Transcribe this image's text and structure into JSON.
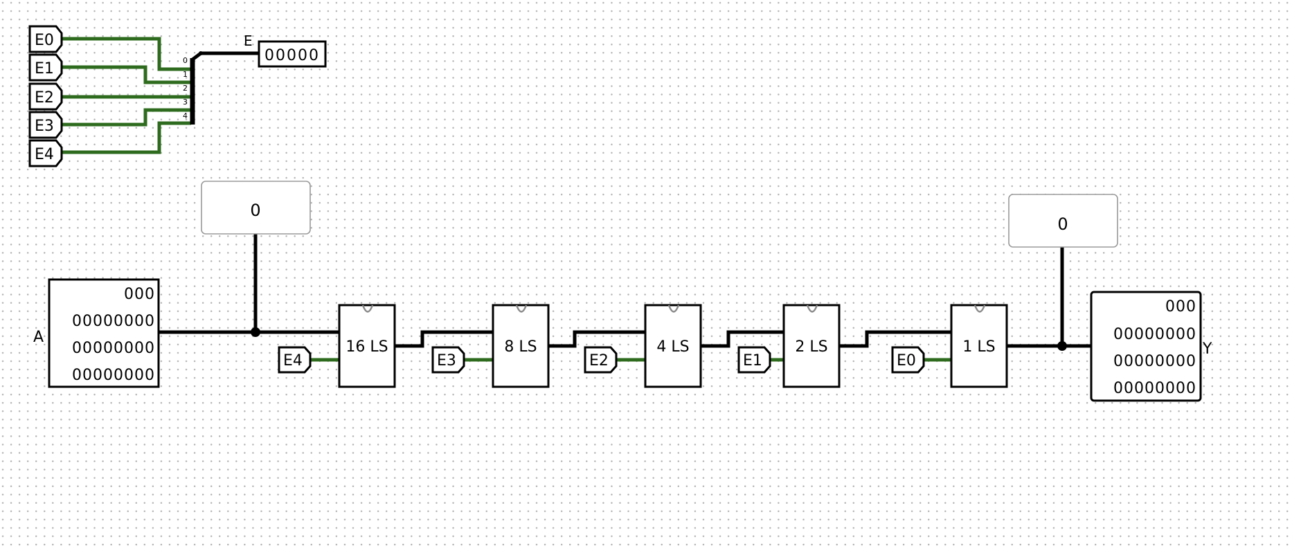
{
  "splitter": {
    "inputs": [
      "E0",
      "E1",
      "E2",
      "E3",
      "E4"
    ],
    "bit_labels": [
      "0",
      "1",
      "2",
      "3",
      "4"
    ],
    "output_label": "E",
    "output_value": "00000"
  },
  "input_register": {
    "label": "A",
    "rows": [
      "000",
      "00000000",
      "00000000",
      "00000000"
    ]
  },
  "output_register": {
    "label": "Y",
    "rows": [
      "000",
      "00000000",
      "00000000",
      "00000000"
    ]
  },
  "probes": [
    {
      "id": "probe-after-input",
      "value": "0"
    },
    {
      "id": "probe-before-output",
      "value": "0"
    }
  ],
  "shifters": [
    {
      "label": "16 LS",
      "enable": "E4"
    },
    {
      "label": "8 LS",
      "enable": "E3"
    },
    {
      "label": "4 LS",
      "enable": "E2"
    },
    {
      "label": "2 LS",
      "enable": "E1"
    },
    {
      "label": "1 LS",
      "enable": "E0"
    }
  ],
  "colors": {
    "wire_active": "#2e6b1e",
    "wire_bus": "#000000",
    "probe_border": "#9a9a9a",
    "grid_dot": "#b4b4b4"
  }
}
